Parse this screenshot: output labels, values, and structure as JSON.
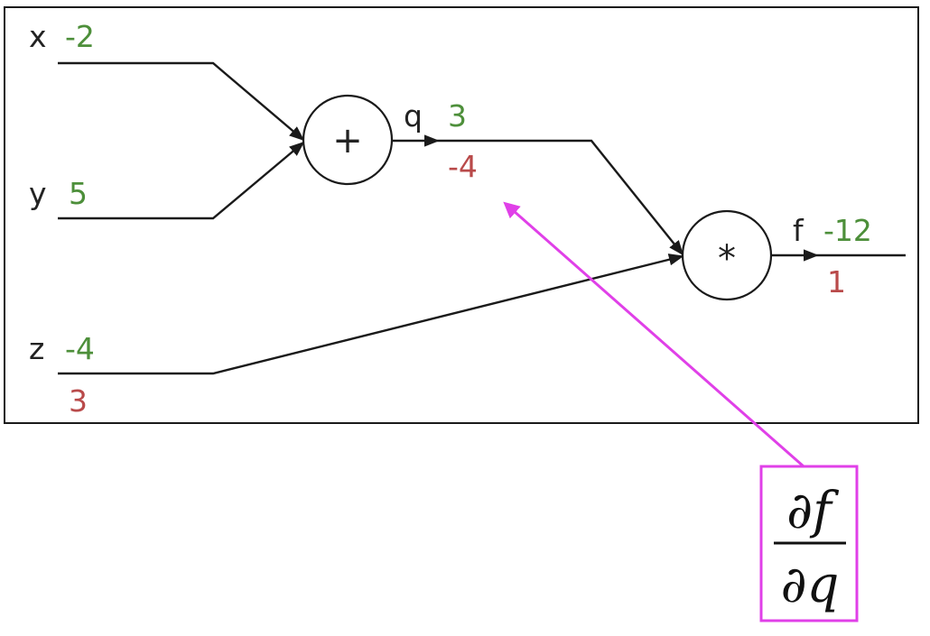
{
  "colors": {
    "forward": "#4d8f3a",
    "backward": "#b94a4a",
    "annotation": "#e040e8",
    "line": "#1a1a1a"
  },
  "inputs": {
    "x": {
      "name": "x",
      "value": "-2"
    },
    "y": {
      "name": "y",
      "value": "5"
    },
    "z": {
      "name": "z",
      "value": "-4",
      "grad": "3"
    }
  },
  "nodes": {
    "add": {
      "symbol": "+"
    },
    "mul": {
      "symbol": "*"
    }
  },
  "edges": {
    "q": {
      "name": "q",
      "value": "3",
      "grad": "-4"
    },
    "f": {
      "name": "f",
      "value": "-12",
      "grad": "1"
    }
  },
  "annotation": {
    "numerator": "∂f",
    "denominator": "∂q",
    "icons": [
      "arrow-pointer-icon"
    ]
  }
}
